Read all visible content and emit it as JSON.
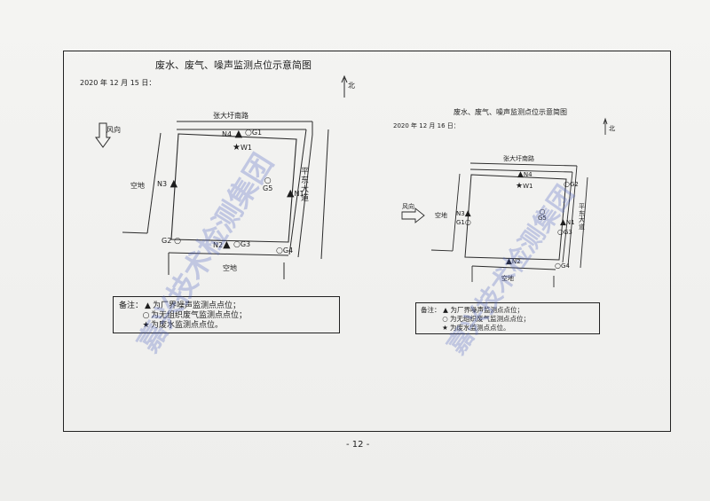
{
  "page_number": "- 12 -",
  "watermark": "嘉兴技术检测集团",
  "left": {
    "title": "废水、废气、噪声监测点位示意简图",
    "date": "2020 年 12 月 15 日：",
    "north": "北",
    "wind": "风向",
    "road_top": "张大圩南路",
    "road_right": "平东大道",
    "open_land_left": "空地",
    "open_land_bottom": "空地",
    "points": {
      "N1": "N1",
      "N2": "N2",
      "N3": "N3",
      "N4": "N4",
      "G1": "G1",
      "G2": "G2",
      "G3": "G3",
      "G4": "G4",
      "G5": "G5",
      "W1": "W1"
    },
    "legend": {
      "label": "备注：",
      "noise": "为厂界噪声监测点点位；",
      "gas": "为无组织废气监测点点位；",
      "water": "为废水监测点点位。"
    }
  },
  "right": {
    "title": "废水、废气、噪声监测点位示意简图",
    "date": "2020 年 12 月 16 日：",
    "north": "北",
    "wind": "风向",
    "road_top": "张大圩南路",
    "road_right": "平东大道",
    "open_land_left": "空地",
    "open_land_bottom": "空地",
    "points": {
      "N1": "N1",
      "N2": "N2",
      "N3": "N3",
      "N4": "N4",
      "G1": "G1",
      "G2": "G2",
      "G3": "G3",
      "G4": "G4",
      "G5": "G5",
      "W1": "W1"
    },
    "legend": {
      "label": "备注：",
      "noise": "为厂界噪声监测点点位；",
      "gas": "为无组织废气监测点点位；",
      "water": "为废水监测点点位。"
    }
  },
  "icons": {
    "noise": "filled-triangle",
    "gas": "hollow-circle",
    "water": "filled-star"
  }
}
